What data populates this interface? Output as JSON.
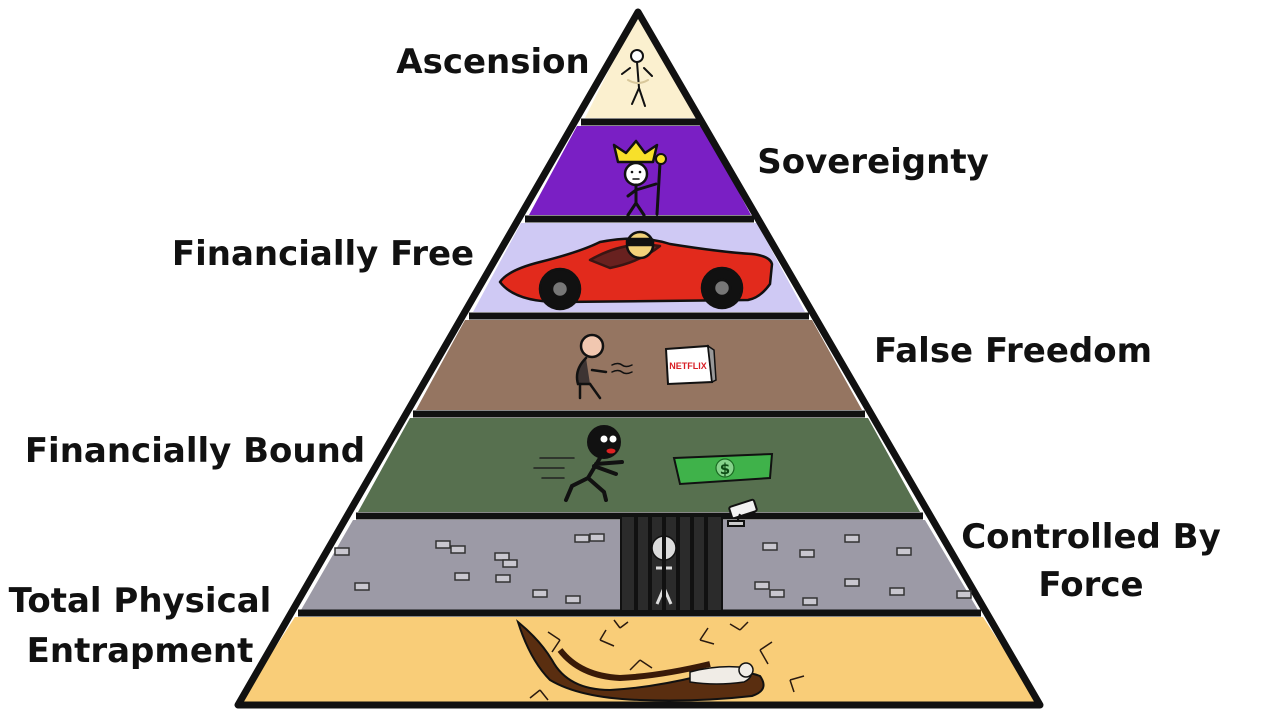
{
  "pyramid": {
    "levels": [
      {
        "id": "ascension",
        "label": "Ascension",
        "color": "#fbf0cf"
      },
      {
        "id": "sovereignty",
        "label": "Sovereignty",
        "color": "#7a1fc4"
      },
      {
        "id": "financially-free",
        "label": "Financially Free",
        "color": "#cfc9f4"
      },
      {
        "id": "false-freedom",
        "label": "False Freedom",
        "color": "#957561"
      },
      {
        "id": "financially-bound",
        "label": "Financially Bound",
        "color": "#57704f"
      },
      {
        "id": "controlled-by-force",
        "label_line1": "Controlled By",
        "label_line2": "Force",
        "color": "#9c9aa6"
      },
      {
        "id": "total-physical-entrapment",
        "label_line1": "Total Physical",
        "label_line2": "Entrapment",
        "color": "#f9cd78"
      }
    ],
    "outline_color": "#111111"
  },
  "illustrations": {
    "tv_brand": "NETFLIX",
    "money_symbol": "$",
    "car_color": "#e22a1c",
    "crown_color": "#f7e02a",
    "money_color": "#3fb24a",
    "netflix_color": "#d81f26"
  }
}
